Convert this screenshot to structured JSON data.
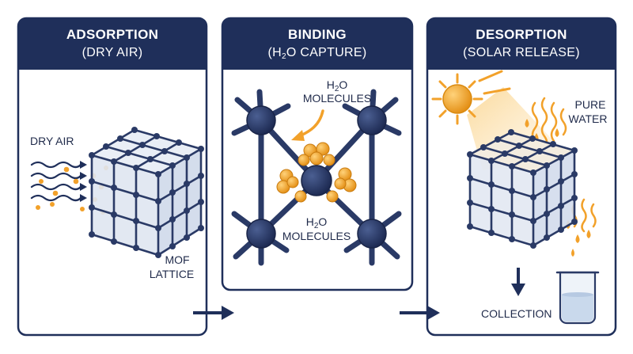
{
  "panels": [
    {
      "title": "ADSORPTION",
      "subtitle": "(DRY AIR)"
    },
    {
      "title": "BINDING",
      "subtitle_pre": "(H",
      "subtitle_sub": "2",
      "subtitle_post": "O CAPTURE)"
    },
    {
      "title": "DESORPTION",
      "subtitle": "(SOLAR RELEASE)"
    }
  ],
  "labels": {
    "dry_air": "DRY AIR",
    "mof_line1": "MOF",
    "mof_line2": "LATTICE",
    "h2o_pre": "H",
    "h2o_sub": "2",
    "h2o_post": "O",
    "molecules": "MOLECULES",
    "pure": "PURE",
    "water": "WATER",
    "collection": "COLLECTION"
  },
  "colors": {
    "navy": "#1f2f5a",
    "node": "#2a3a66",
    "orange": "#f2a12a",
    "lattice_fill": "#dfe6f1",
    "sun_glow": "#fde6b8"
  }
}
